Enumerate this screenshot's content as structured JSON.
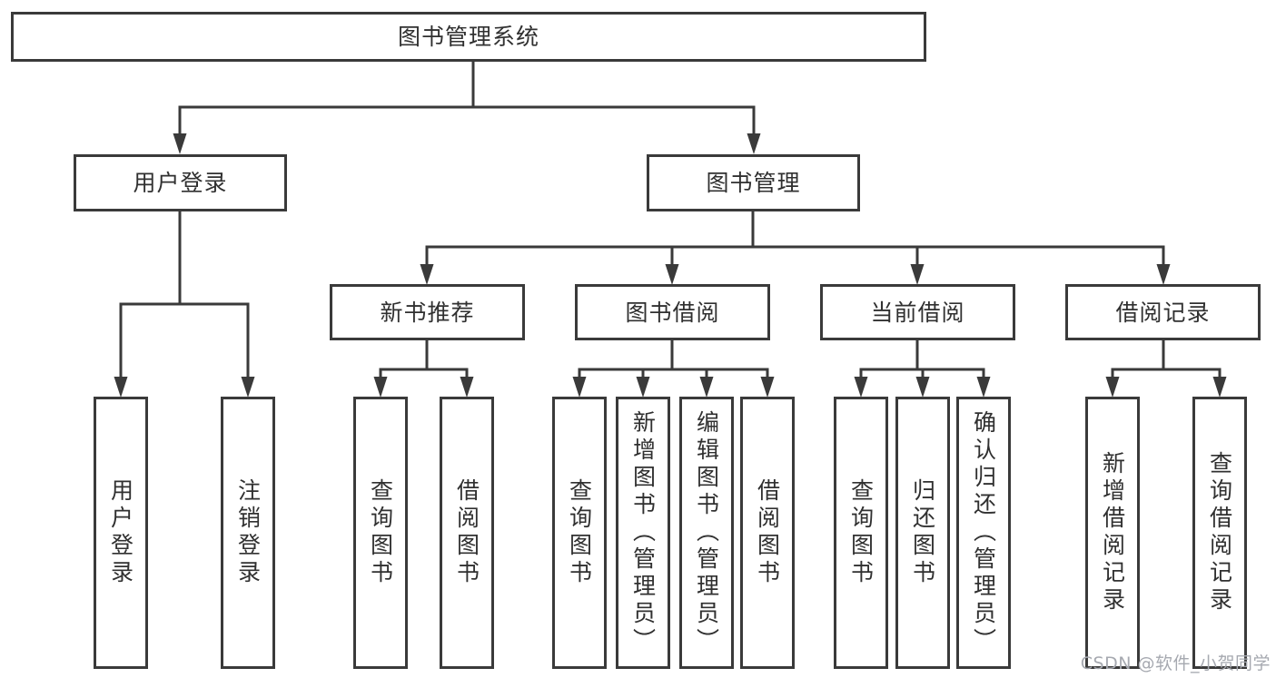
{
  "tree": {
    "label": "图书管理系统",
    "children": [
      {
        "label": "用户登录",
        "children": [
          {
            "label": "用户登录"
          },
          {
            "label": "注销登录"
          }
        ]
      },
      {
        "label": "图书管理",
        "children": [
          {
            "label": "新书推荐",
            "children": [
              {
                "label": "查询图书"
              },
              {
                "label": "借阅图书"
              }
            ]
          },
          {
            "label": "图书借阅",
            "children": [
              {
                "label": "查询图书"
              },
              {
                "label": "新增图书（管理员）"
              },
              {
                "label": "编辑图书（管理员）"
              },
              {
                "label": "借阅图书"
              }
            ]
          },
          {
            "label": "当前借阅",
            "children": [
              {
                "label": "查询图书"
              },
              {
                "label": "归还图书"
              },
              {
                "label": "确认归还（管理员）"
              }
            ]
          },
          {
            "label": "借阅记录",
            "children": [
              {
                "label": "新增借阅记录"
              },
              {
                "label": "查询借阅记录"
              }
            ]
          }
        ]
      }
    ]
  },
  "watermark": "CSDN @软件_小贺同学",
  "colors": {
    "line": "#3a3a3a",
    "text": "#303030",
    "watermark": "#a6a9b0",
    "background": "#ffffff"
  }
}
